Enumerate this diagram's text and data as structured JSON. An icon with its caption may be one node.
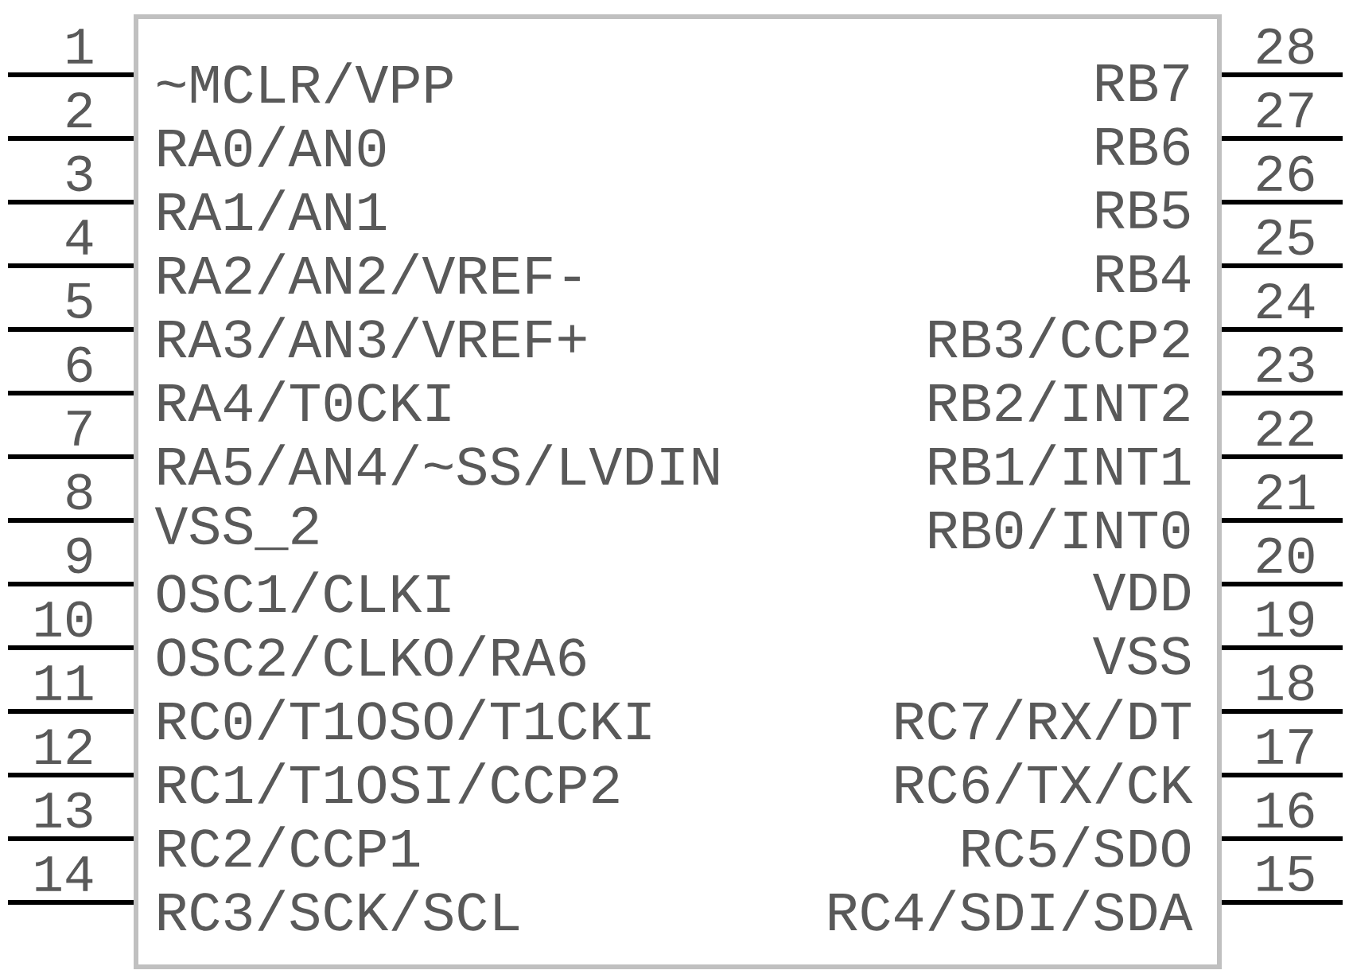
{
  "diagram": {
    "nodes": [
      {
        "text": [
          "~MCLR/VPP",
          "RA0/AN0",
          "RA1/AN1",
          "RA2/AN2/VREF-",
          "RA3/AN3/VREF+",
          "RA4/T0CKI",
          "RA5/AN4/~SS/LVDIN",
          "VSS_2",
          "OSC1/CLKI",
          "OSC2/CLKO/RA6",
          "RC0/T1OSO/T1CKI",
          "RC1/T1OSI/CCP2",
          "RC2/CCP1",
          "RC3/SCK/SCL",
          "RC4/SDI/SDA",
          "RC5/SDO",
          "RC6/TX/CK",
          "RC7/RX/DT",
          "VSS",
          "VDD",
          "RB0/INT0",
          "RB1/INT1",
          "RB2/INT2",
          "RB3/CCP2",
          "RB4",
          "RB5",
          "RB6",
          "RB7"
        ]
      }
    ],
    "labels": [
      "1",
      "2",
      "3",
      "4",
      "5",
      "6",
      "7",
      "8",
      "9",
      "10",
      "11",
      "12",
      "13",
      "14",
      "15",
      "16",
      "17",
      "18",
      "19",
      "20",
      "21",
      "22",
      "23",
      "24",
      "25",
      "26",
      "27",
      "28"
    ]
  }
}
